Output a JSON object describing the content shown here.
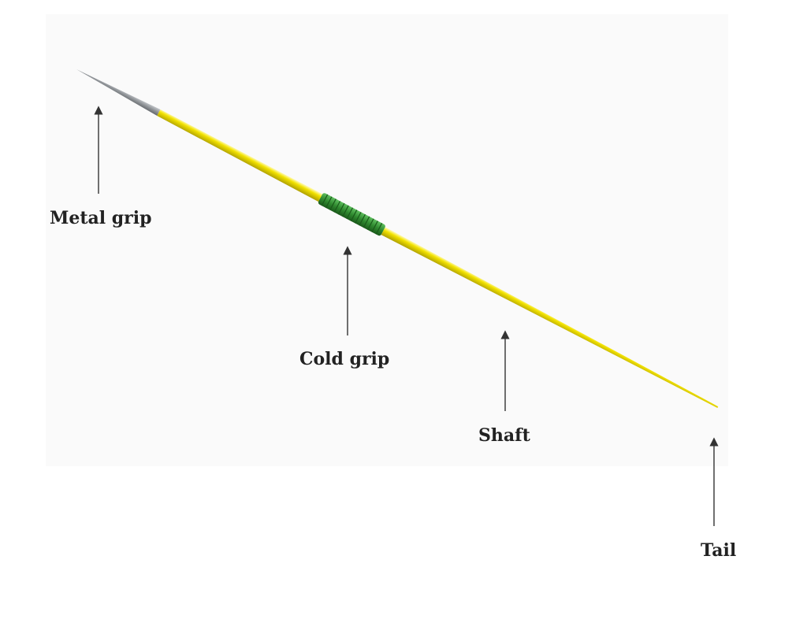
{
  "labels": {
    "metal_grip": "Metal grip",
    "cold_grip": "Cold grip",
    "shaft": "Shaft",
    "tail": "Tail"
  },
  "colors": {
    "panel_background": "#fafafa",
    "shaft_yellow": "#f2e200",
    "shaft_highlight": "#fff9a6",
    "shaft_shadow": "#b3a400",
    "metal_tip": "#8f9397",
    "metal_tip_light": "#c9ccd0",
    "cord_grip": "#2f8a2f",
    "cord_grip_dark": "#1a5a1a",
    "arrow": "#333333",
    "label_text": "#222222"
  }
}
